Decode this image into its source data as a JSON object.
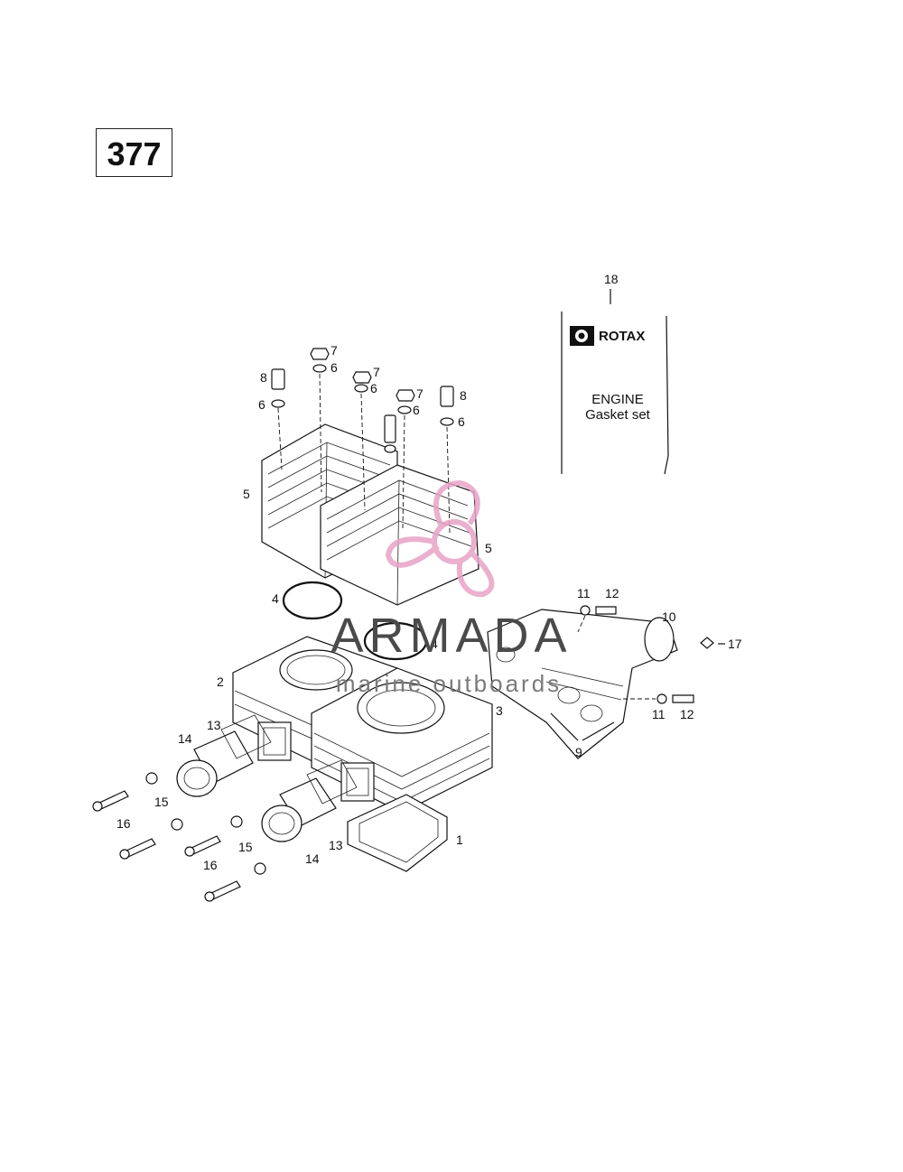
{
  "page": {
    "number": "377"
  },
  "kit_label": {
    "brand": "ROTAX",
    "title": "ENGINE",
    "subtitle": "Gasket set"
  },
  "watermark": {
    "name": "ARMADA",
    "tagline": "marine outboards",
    "color": "#e7a3c6"
  },
  "callouts": {
    "c1": "1",
    "c2": "2",
    "c3": "3",
    "c4a": "4",
    "c4b": "4",
    "c5a": "5",
    "c5b": "5",
    "c6a": "6",
    "c6b": "6",
    "c6c": "6",
    "c6d": "6",
    "c6e": "6",
    "c7a": "7",
    "c7b": "7",
    "c7c": "7",
    "c8a": "8",
    "c8b": "8",
    "c9": "9",
    "c10": "10",
    "c11a": "11",
    "c11b": "11",
    "c12a": "12",
    "c12b": "12",
    "c13a": "13",
    "c13b": "13",
    "c14a": "14",
    "c14b": "14",
    "c15a": "15",
    "c15b": "15",
    "c16a": "16",
    "c16b": "16",
    "c17": "17",
    "c18": "18"
  }
}
